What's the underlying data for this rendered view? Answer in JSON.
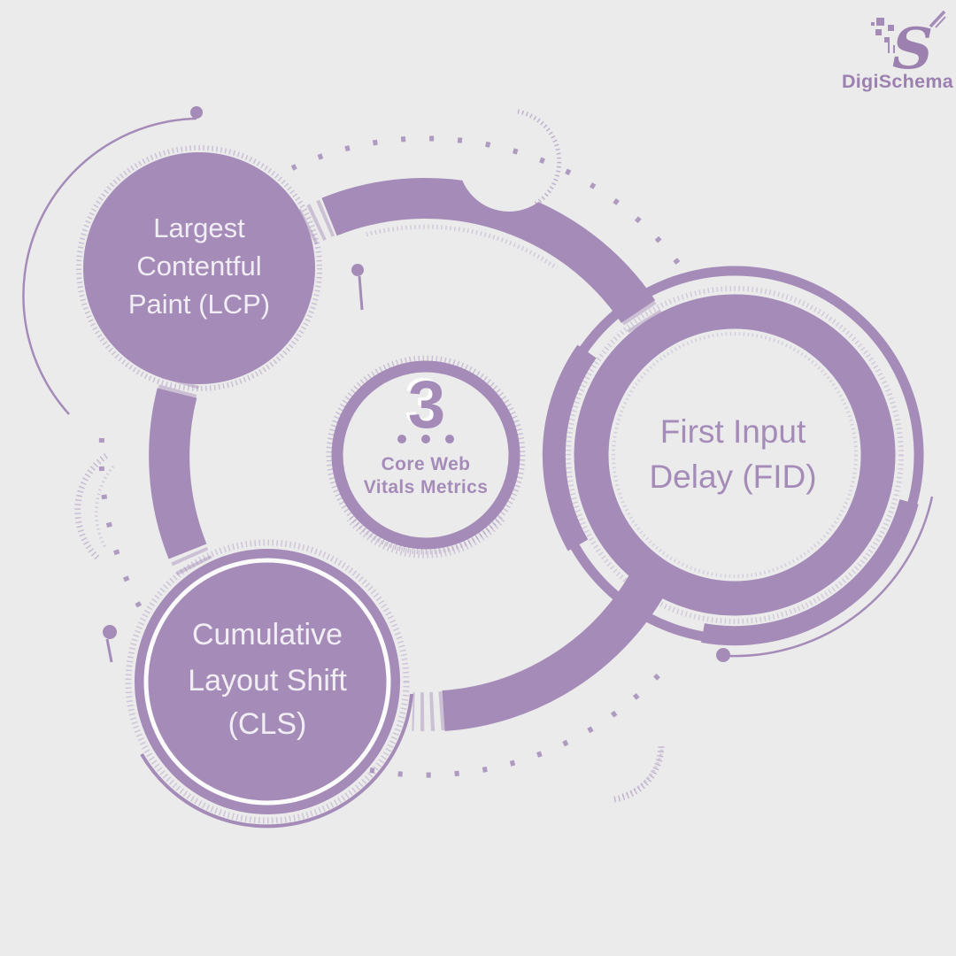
{
  "brand": {
    "name": "DigiSchema",
    "monogram": "S"
  },
  "center": {
    "number": "3",
    "label_line1": "Core Web",
    "label_line2": "Vitals Metrics",
    "dot_count": 3
  },
  "metrics": {
    "lcp": {
      "line1": "Largest",
      "line2": "Contentful",
      "line3": "Paint (LCP)"
    },
    "fid": {
      "line1": "First Input",
      "line2": "Delay (FID)"
    },
    "cls": {
      "line1": "Cumulative",
      "line2": "Layout Shift",
      "line3": "(CLS)"
    }
  },
  "colors": {
    "background": "#ebebec",
    "purple": "#a58cb8",
    "purple_deep": "#9c80af",
    "text_on_purple": "#f1edf4"
  }
}
